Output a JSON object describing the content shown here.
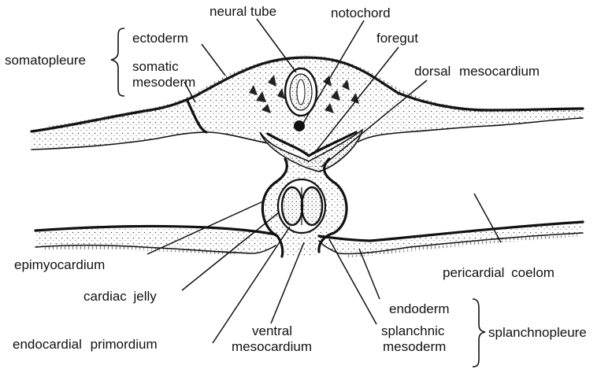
{
  "labels": {
    "neural_tube": "neural tube",
    "notochord": "notochord",
    "foregut": "foregut",
    "ectoderm": "ectoderm",
    "somatopleure": "somatopleure",
    "somatic": "somatic",
    "mesoderm_top": "mesoderm",
    "dorsal_mesocardium": "dorsal mesocardium",
    "epimyocardium": "epimyocardium",
    "pericardial_coelom": "pericardial coelom",
    "cardiac_jelly": "cardiac jelly",
    "endoderm": "endoderm",
    "endocardial_primordium": "endocardial primordium",
    "ventral": "ventral",
    "mesocardium": "mesocardium",
    "splanchnic": "splanchnic",
    "mesoderm_bottom": "mesoderm",
    "splanchnopleure": "splanchnopleure"
  },
  "colors": {
    "ink": "#111111",
    "background": "#ffffff",
    "stipple": "#555555"
  }
}
